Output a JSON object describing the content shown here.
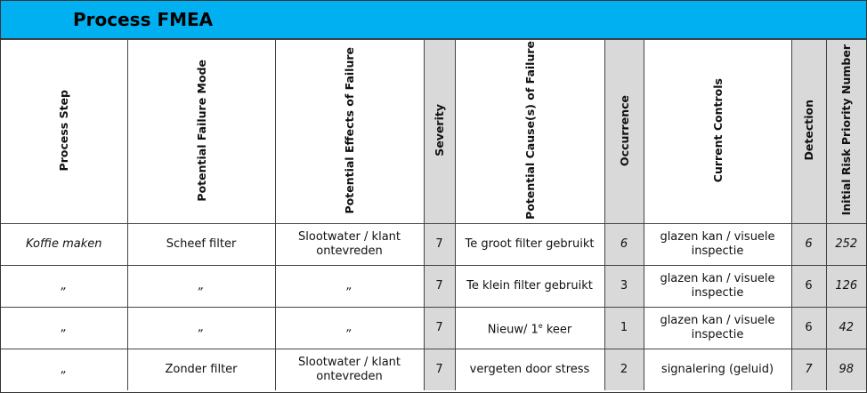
{
  "title": "Process FMEA",
  "columns": [
    "Process Step",
    "Potential Failure Mode",
    "Potential Effects of Failure",
    "Severity",
    "Potential Cause(s) of Failure",
    "Occurrence",
    "Current Controls",
    "Detection",
    "Initial Risk Priority Number"
  ],
  "rows": [
    {
      "step": "Koffie maken",
      "mode": "Scheef filter",
      "effects": "Slootwater / klant ontevreden",
      "severity": "7",
      "cause": "Te groot filter gebruikt",
      "occurrence": "6",
      "controls": "glazen kan / visuele inspectie",
      "detection": "6",
      "rpn": "252"
    },
    {
      "step": "„",
      "mode": "„",
      "effects": "„",
      "severity": "7",
      "cause": "Te klein filter gebruikt",
      "occurrence": "3",
      "controls": "glazen kan / visuele inspectie",
      "detection": "6",
      "rpn": "126"
    },
    {
      "step": "„",
      "mode": "„",
      "effects": "„",
      "severity": "7",
      "cause": "Nieuw/ 1",
      "cause_sup": "e",
      "cause_tail": " keer",
      "occurrence": "1",
      "controls": "glazen kan / visuele inspectie",
      "detection": "6",
      "rpn": "42"
    },
    {
      "step": "„",
      "mode": "Zonder filter",
      "effects": "Slootwater / klant ontevreden",
      "severity": "7",
      "cause": "vergeten door stress",
      "occurrence": "2",
      "controls": "signalering (geluid)",
      "detection": "7",
      "rpn": "98"
    }
  ],
  "colors": {
    "title_bar": "#00b0f0",
    "rating_column": "#d9d9d9"
  }
}
